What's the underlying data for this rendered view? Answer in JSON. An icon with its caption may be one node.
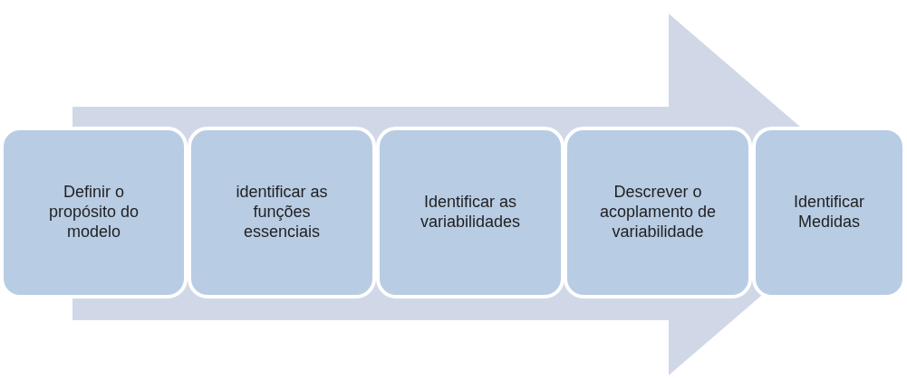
{
  "diagram": {
    "nodes": [
      {
        "text": [
          "Definir o propósito do modelo"
        ]
      },
      {
        "text": [
          "identificar as funções essenciais"
        ]
      },
      {
        "text": [
          "Identificar as variabilidades"
        ]
      },
      {
        "text": [
          "Descrever o acoplamento de variabilidade"
        ]
      },
      {
        "text": [
          "Identificar Medidas"
        ]
      }
    ],
    "edges": [
      {
        "from": 0,
        "to": 4,
        "arrow": "to",
        "style": "thick"
      }
    ]
  }
}
